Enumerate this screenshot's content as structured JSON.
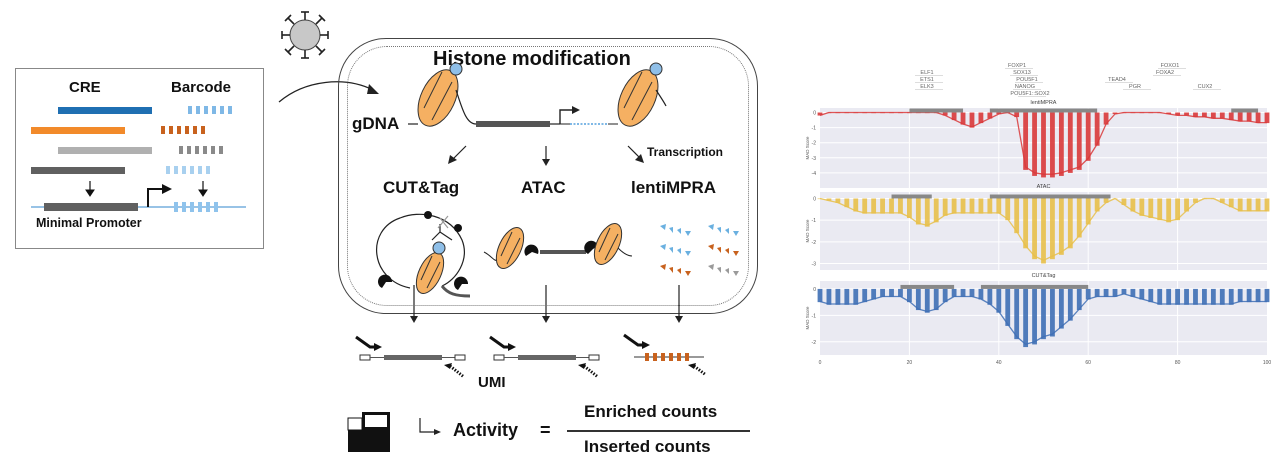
{
  "library_panel": {
    "cre_label": "CRE",
    "barcode_label": "Barcode",
    "minimal_promoter_label": "Minimal Promoter",
    "cre_colors": [
      "#1f6fb2",
      "#f28a2a",
      "#b0b0b0",
      "#606060"
    ],
    "barcode_colors": [
      "#7fb8e6",
      "#c8621e",
      "#8a8a8a",
      "#a8d0ef"
    ]
  },
  "virus_icon": "lentivirus-icon",
  "cell_panel": {
    "title": "Histone modification",
    "gdna_label": "gDNA",
    "transcription_label": "Transcription",
    "methods": [
      "CUT&Tag",
      "ATAC",
      "lentiMPRA"
    ],
    "nucleosome_color": "#f5b062",
    "mark_color": "#8fbfe8"
  },
  "readout": {
    "umi_label": "UMI",
    "activity_label": "Activity",
    "equals": "=",
    "numerator": "Enriched counts",
    "denominator": "Inserted counts"
  },
  "chart_data": [
    {
      "type": "bar",
      "title": "lentiMPRA",
      "ylabel": "MAD Score",
      "color": "#d9383a",
      "ylim": [
        -5,
        0.3
      ],
      "yticks": [
        "0",
        "-1",
        "-2",
        "-3",
        "-4"
      ],
      "x": [
        0,
        2,
        4,
        6,
        8,
        10,
        12,
        14,
        16,
        18,
        20,
        22,
        24,
        26,
        28,
        30,
        32,
        34,
        36,
        38,
        40,
        42,
        44,
        46,
        48,
        50,
        52,
        54,
        56,
        58,
        60,
        62,
        64,
        66,
        68,
        70,
        72,
        74,
        76,
        78,
        80,
        82,
        84,
        86,
        88,
        90,
        92,
        94,
        96,
        98,
        100
      ],
      "values": [
        -0.2,
        0,
        0,
        0,
        0,
        0,
        0,
        0,
        0,
        0,
        0,
        0,
        0,
        0,
        -0.2,
        -0.5,
        -0.8,
        -1.0,
        -0.7,
        -0.4,
        -0.1,
        0,
        -0.3,
        -3.8,
        -4.2,
        -4.3,
        -4.3,
        -4.2,
        -4.0,
        -3.8,
        -3.2,
        -2.2,
        -0.8,
        -0.1,
        0,
        0,
        0,
        0,
        0,
        -0.1,
        -0.2,
        -0.2,
        -0.3,
        -0.3,
        -0.4,
        -0.4,
        -0.5,
        -0.6,
        -0.6,
        -0.7,
        -0.7
      ],
      "annotation_bars": [
        [
          20,
          32
        ],
        [
          38,
          62
        ],
        [
          92,
          98
        ]
      ],
      "gene_labels": [
        "ELF1",
        "ETS1",
        "ELK3",
        "FOXP1",
        "SOX13",
        "POU5F1",
        "NANOG",
        "POU5F1::SOX2",
        "PGR",
        "FOXO1",
        "FOXA2",
        "TEAD4",
        "CUX2"
      ]
    },
    {
      "type": "bar",
      "title": "ATAC",
      "ylabel": "MAD Score",
      "color": "#e8c04a",
      "ylim": [
        -3.3,
        0.3
      ],
      "yticks": [
        "0",
        "-1",
        "-2",
        "-3"
      ],
      "x": [
        0,
        2,
        4,
        6,
        8,
        10,
        12,
        14,
        16,
        18,
        20,
        22,
        24,
        26,
        28,
        30,
        32,
        34,
        36,
        38,
        40,
        42,
        44,
        46,
        48,
        50,
        52,
        54,
        56,
        58,
        60,
        62,
        64,
        66,
        68,
        70,
        72,
        74,
        76,
        78,
        80,
        82,
        84,
        86,
        88,
        90,
        92,
        94,
        96,
        98,
        100
      ],
      "values": [
        0,
        -0.1,
        -0.2,
        -0.4,
        -0.6,
        -0.7,
        -0.7,
        -0.7,
        -0.7,
        -0.7,
        -0.9,
        -1.2,
        -1.3,
        -1.1,
        -0.8,
        -0.7,
        -0.7,
        -0.7,
        -0.7,
        -0.7,
        -0.7,
        -1.0,
        -1.6,
        -2.3,
        -2.8,
        -3.0,
        -2.8,
        -2.6,
        -2.3,
        -1.8,
        -1.2,
        -0.6,
        -0.2,
        0,
        -0.3,
        -0.6,
        -0.8,
        -0.9,
        -1.0,
        -1.1,
        -1.0,
        -0.6,
        -0.2,
        0,
        0,
        -0.2,
        -0.4,
        -0.6,
        -0.6,
        -0.6,
        -0.6
      ],
      "annotation_bars": [
        [
          16,
          25
        ],
        [
          38,
          65
        ]
      ]
    },
    {
      "type": "bar",
      "title": "CUT&Tag",
      "ylabel": "MAD Score",
      "color": "#3e6fb5",
      "ylim": [
        -2.5,
        0.3
      ],
      "yticks": [
        "0",
        "-1",
        "-2"
      ],
      "x": [
        0,
        2,
        4,
        6,
        8,
        10,
        12,
        14,
        16,
        18,
        20,
        22,
        24,
        26,
        28,
        30,
        32,
        34,
        36,
        38,
        40,
        42,
        44,
        46,
        48,
        50,
        52,
        54,
        56,
        58,
        60,
        62,
        64,
        66,
        68,
        70,
        72,
        74,
        76,
        78,
        80,
        82,
        84,
        86,
        88,
        90,
        92,
        94,
        96,
        98,
        100
      ],
      "values": [
        -0.5,
        -0.6,
        -0.6,
        -0.6,
        -0.6,
        -0.5,
        -0.4,
        -0.3,
        -0.3,
        -0.3,
        -0.5,
        -0.8,
        -0.9,
        -0.8,
        -0.5,
        -0.3,
        -0.3,
        -0.3,
        -0.4,
        -0.6,
        -0.9,
        -1.4,
        -1.9,
        -2.2,
        -2.1,
        -1.9,
        -1.8,
        -1.5,
        -1.2,
        -0.8,
        -0.4,
        -0.3,
        -0.3,
        -0.3,
        -0.2,
        -0.3,
        -0.4,
        -0.5,
        -0.6,
        -0.6,
        -0.6,
        -0.6,
        -0.6,
        -0.6,
        -0.6,
        -0.6,
        -0.6,
        -0.5,
        -0.5,
        -0.5,
        -0.5
      ],
      "annotation_bars": [
        [
          18,
          30
        ],
        [
          36,
          60
        ]
      ],
      "xticks": [
        "0",
        "20",
        "40",
        "60",
        "80",
        "100"
      ]
    }
  ]
}
